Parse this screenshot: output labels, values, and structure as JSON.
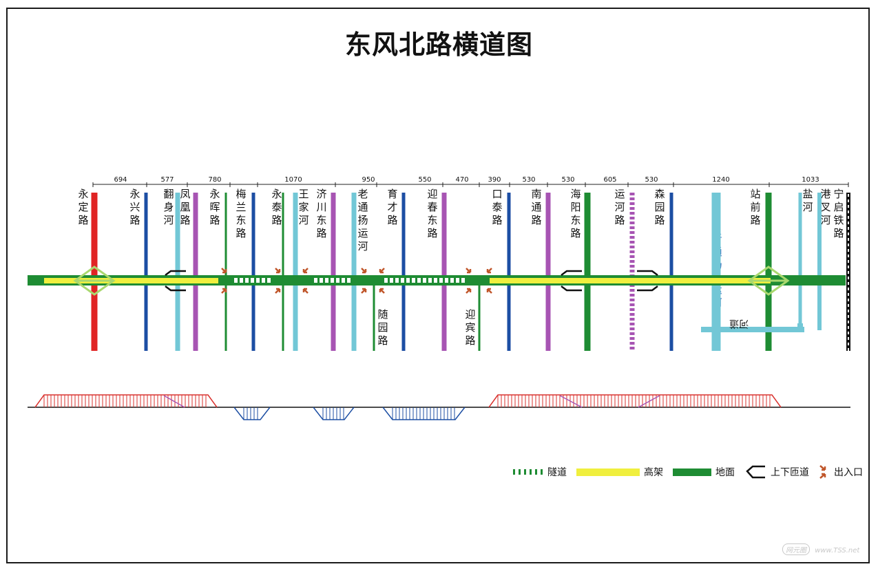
{
  "title": "东风北路横道图",
  "distances": [
    {
      "label": "694"
    },
    {
      "label": "577"
    },
    {
      "label": "780"
    },
    {
      "label": "1070"
    },
    {
      "label": "950"
    },
    {
      "label": "550"
    },
    {
      "label": "470"
    },
    {
      "label": "390"
    },
    {
      "label": "530"
    },
    {
      "label": "530"
    },
    {
      "label": "605"
    },
    {
      "label": "530"
    },
    {
      "label": "1240"
    },
    {
      "label": "1033"
    }
  ],
  "cross_streets": [
    {
      "name": "永定路",
      "color": "#e02424",
      "width": 9
    },
    {
      "name": "永兴路",
      "color": "#1c4ea3",
      "width": 5
    },
    {
      "name": "翻身河",
      "color": "#72c7d6",
      "width": 7
    },
    {
      "name": "凤凰路",
      "color": "#a754b3",
      "width": 7
    },
    {
      "name": "永晖路",
      "color": "#1e8c33",
      "width": 3
    },
    {
      "name": "梅兰东路",
      "color": "#1c4ea3",
      "width": 5
    },
    {
      "name": "永泰路",
      "color": "#1e8c33",
      "width": 3
    },
    {
      "name": "王家河",
      "color": "#72c7d6",
      "width": 7
    },
    {
      "name": "济川东路",
      "color": "#a754b3",
      "width": 7
    },
    {
      "name": "老通扬运河",
      "color": "#72c7d6",
      "width": 7
    },
    {
      "name": "随园路",
      "color": "#1e8c33",
      "width": 3
    },
    {
      "name": "育才路",
      "color": "#1c4ea3",
      "width": 5
    },
    {
      "name": "迎春东路",
      "color": "#a754b3",
      "width": 7
    },
    {
      "name": "迎宾路",
      "color": "#1e8c33",
      "width": 3
    },
    {
      "name": "口泰路",
      "color": "#1c4ea3",
      "width": 5
    },
    {
      "name": "南通路",
      "color": "#a754b3",
      "width": 7
    },
    {
      "name": "海阳东路",
      "color": "#1e8c33",
      "width": 9
    },
    {
      "name": "运河路",
      "color": "#a754b3",
      "width": 7
    },
    {
      "name": "森园路",
      "color": "#1c4ea3",
      "width": 5
    },
    {
      "name": "新通扬运河",
      "color": "#72c7d6",
      "width": 13
    },
    {
      "name": "站前路",
      "color": "#1e8c33",
      "width": 9
    },
    {
      "name": "盐河",
      "color": "#72c7d6",
      "width": 5
    },
    {
      "name": "港叉河",
      "color": "#72c7d6",
      "width": 6
    },
    {
      "name": "宁启铁路",
      "color": "#111111",
      "width": 6
    }
  ],
  "river_label_dd": "河道",
  "legend": [
    {
      "key": "tunnel",
      "label": "隧道"
    },
    {
      "key": "elevated",
      "label": "高架"
    },
    {
      "key": "ground",
      "label": "地面"
    },
    {
      "key": "ramp",
      "label": "上下匝道"
    },
    {
      "key": "exit",
      "label": "出入口"
    }
  ],
  "colors": {
    "ground": "#1e8c33",
    "elevated": "#f0ef3e",
    "tunnel_dash": "#ffffff",
    "profile_elevated": "#d9322e",
    "profile_tunnel": "#1c4ea3",
    "exit_arrow": "#c0562a"
  },
  "watermark": {
    "logo": "网元圈",
    "text": "www.TSS.net"
  }
}
